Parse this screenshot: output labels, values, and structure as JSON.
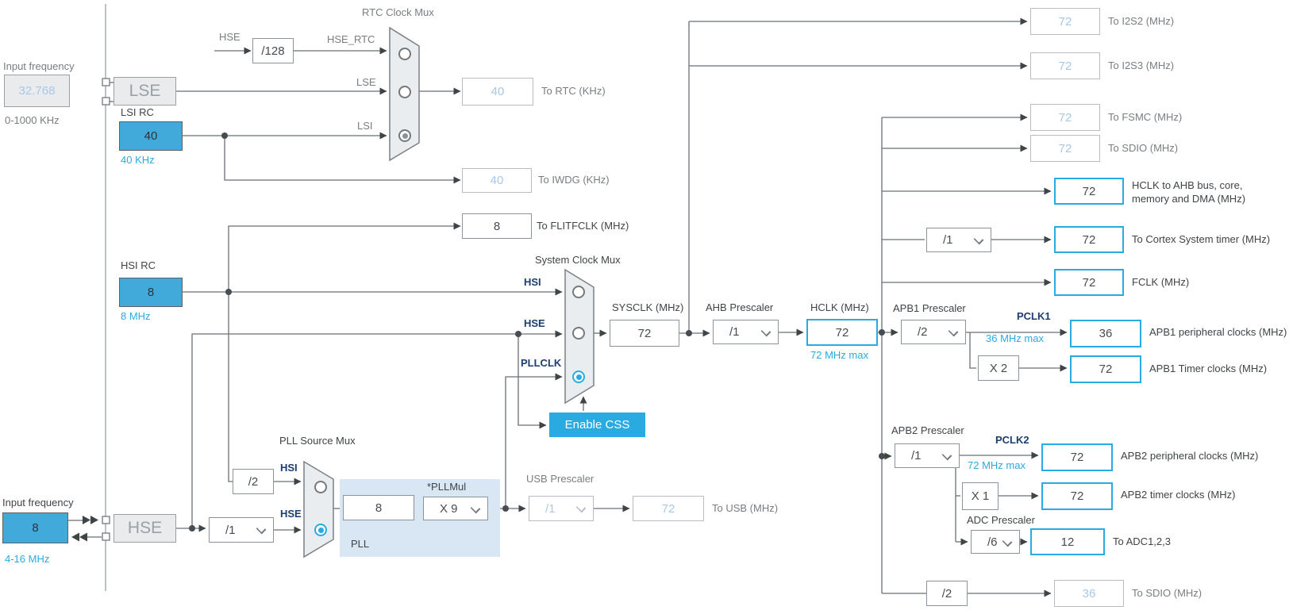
{
  "colors": {
    "accent": "#29abe2",
    "source_fill": "#42aada",
    "wire": "#6a7076",
    "dim_text": "#a9c7e6"
  },
  "lse_section": {
    "input_label": "Input frequency",
    "input_value": "32.768",
    "range": "0-1000 KHz",
    "osc": "LSE"
  },
  "lsi_section": {
    "label": "LSI RC",
    "value": "40",
    "freq": "40 KHz"
  },
  "hsi_section": {
    "label": "HSI RC",
    "value": "8",
    "freq": "8 MHz"
  },
  "hse_section": {
    "input_label": "Input frequency",
    "input_value": "8",
    "range": "4-16 MHz",
    "osc": "HSE"
  },
  "rtc_mux": {
    "title": "RTC Clock Mux",
    "hse_label": "HSE",
    "div128": "/128",
    "in_hse_rtc": "HSE_RTC",
    "in_lse": "LSE",
    "in_lsi": "LSI"
  },
  "rtc_out": {
    "value": "40",
    "label": "To RTC (KHz)"
  },
  "iwdg_out": {
    "value": "40",
    "label": "To IWDG (KHz)"
  },
  "flitf_out": {
    "value": "8",
    "label": "To FLITFCLK (MHz)"
  },
  "sys_mux": {
    "title": "System Clock Mux",
    "in_hsi": "HSI",
    "in_hse": "HSE",
    "in_pllclk": "PLLCLK",
    "css_button": "Enable CSS"
  },
  "sysclk": {
    "label": "SYSCLK (MHz)",
    "value": "72"
  },
  "ahb": {
    "label": "AHB Prescaler",
    "value": "/1"
  },
  "hclk": {
    "label": "HCLK (MHz)",
    "value": "72",
    "max": "72 MHz max"
  },
  "i2s2": {
    "value": "72",
    "label": "To I2S2 (MHz)"
  },
  "i2s3": {
    "value": "72",
    "label": "To I2S3 (MHz)"
  },
  "fsmc": {
    "value": "72",
    "label": "To FSMC (MHz)"
  },
  "sdio_hclk": {
    "value": "72",
    "label": "To SDIO (MHz)"
  },
  "hclk_ahb": {
    "value": "72",
    "label_line1": "HCLK to AHB bus, core,",
    "label_line2": "memory and DMA (MHz)"
  },
  "cortex": {
    "div": "/1",
    "value": "72",
    "label": "To Cortex System timer (MHz)"
  },
  "fclk": {
    "value": "72",
    "label": "FCLK (MHz)"
  },
  "apb1": {
    "label": "APB1 Prescaler",
    "value": "/2",
    "pclk": "PCLK1",
    "max": "36 MHz max",
    "periph_value": "36",
    "periph_label": "APB1 peripheral clocks (MHz)",
    "mult": "X 2",
    "timer_value": "72",
    "timer_label": "APB1 Timer clocks (MHz)"
  },
  "apb2": {
    "label": "APB2 Prescaler",
    "value": "/1",
    "pclk": "PCLK2",
    "max": "72 MHz max",
    "periph_value": "72",
    "periph_label": "APB2 peripheral clocks (MHz)",
    "mult": "X 1",
    "timer_value": "72",
    "timer_label": "APB2 timer clocks (MHz)"
  },
  "adc": {
    "label": "ADC Prescaler",
    "value": "/6",
    "out_value": "12",
    "out_label": "To ADC1,2,3"
  },
  "sdio_div": {
    "div": "/2",
    "value": "36",
    "label": "To SDIO (MHz)"
  },
  "pll": {
    "title": "PLL Source Mux",
    "hsi_label": "HSI",
    "hse_label": "HSE",
    "hsi_div": "/2",
    "hse_div": "/1",
    "input_value": "8",
    "mul_label": "*PLLMul",
    "mul_value": "X 9",
    "block_label": "PLL"
  },
  "usb": {
    "label": "USB Prescaler",
    "div": "/1",
    "value": "72",
    "out_label": "To USB (MHz)"
  }
}
